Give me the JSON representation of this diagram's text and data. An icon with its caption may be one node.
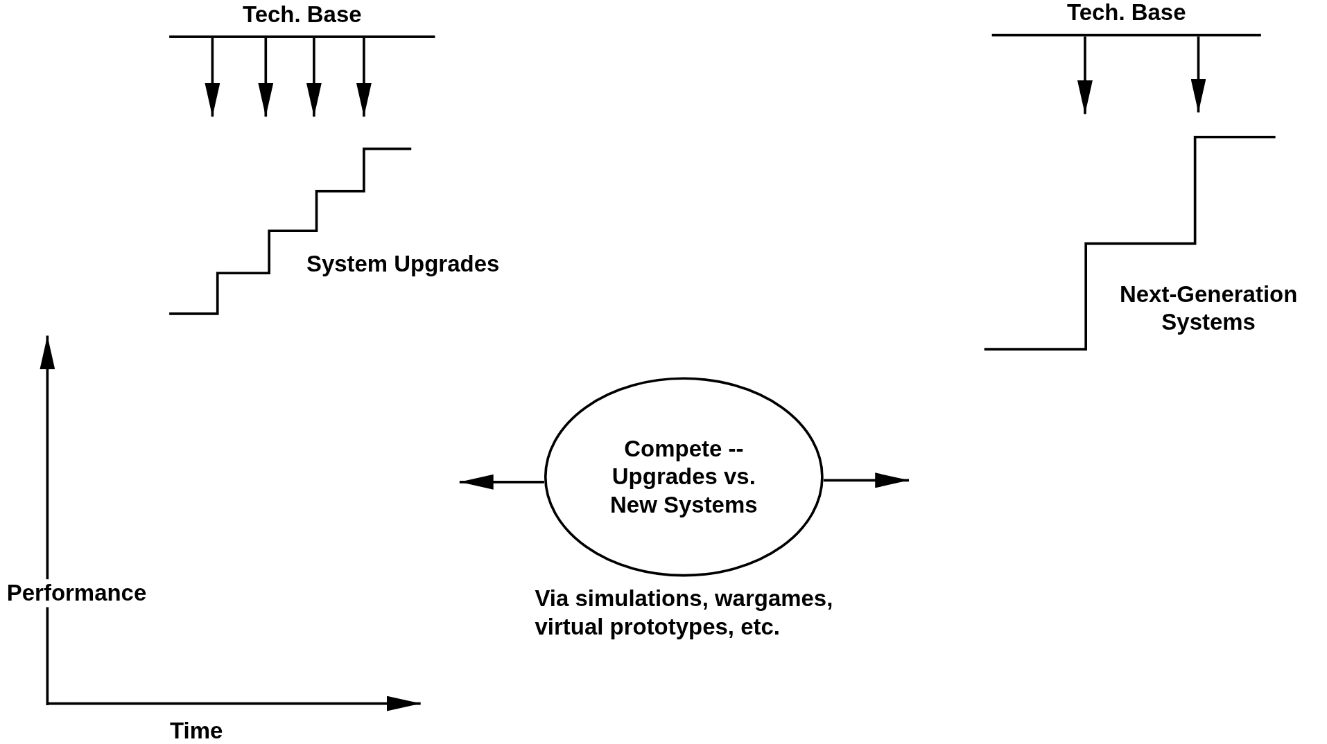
{
  "diagram": {
    "nodes": [
      {
        "text": [
          "Tech. Base"
        ]
      },
      {
        "text": [
          "Tech. Base"
        ]
      },
      {
        "text": [
          "Compete -- Upgrades vs. New Systems"
        ],
        "beside": [
          "Via simulations, wargames, virtual prototypes, etc."
        ]
      }
    ],
    "edges": [
      {
        "from": 0,
        "to": null,
        "arrow": "to"
      },
      {
        "from": 0,
        "to": null,
        "arrow": "to"
      },
      {
        "from": 0,
        "to": null,
        "arrow": "to"
      },
      {
        "from": 0,
        "to": null,
        "arrow": "to"
      },
      {
        "from": 1,
        "to": null,
        "arrow": "to"
      },
      {
        "from": 1,
        "to": null,
        "arrow": "to"
      },
      {
        "from": 2,
        "to": null,
        "arrow": "to"
      },
      {
        "from": 2,
        "to": null,
        "arrow": "to"
      }
    ],
    "labels": [
      "System Upgrades",
      "Next-Generation Systems",
      "Performance",
      "Time"
    ]
  }
}
